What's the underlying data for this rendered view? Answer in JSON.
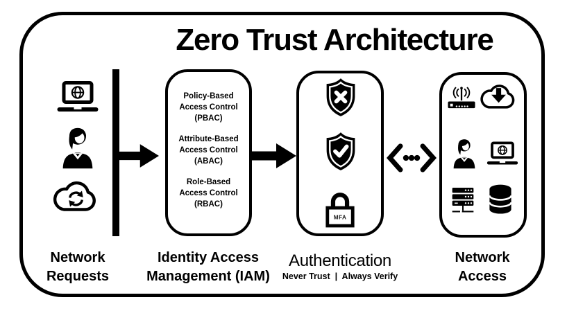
{
  "title": "Zero Trust Architecture",
  "colors": {
    "ink": "#000000",
    "background": "#ffffff"
  },
  "stages": {
    "network_requests": {
      "label": "Network\nRequests",
      "icons": [
        "laptop-globe",
        "user",
        "cloud-sync"
      ]
    },
    "iam": {
      "label": "Identity Access\nManagement (IAM)",
      "items": [
        {
          "text": "Policy-Based\nAccess Control\n(PBAC)"
        },
        {
          "text": "Attribute-Based\nAccess Control\n(ABAC)"
        },
        {
          "text": "Role-Based\nAccess Control\n(RBAC)"
        }
      ]
    },
    "authentication": {
      "label": "Authentication",
      "subtitle": "Never Trust  |  Always Verify",
      "mfa_label": "MFA",
      "icons": [
        "shield-x",
        "shield-check",
        "mfa-lock"
      ]
    },
    "network_access": {
      "label": "Network\nAccess",
      "icons": [
        "wireless-router",
        "cloud-download",
        "user",
        "laptop-globe",
        "server-rack",
        "database"
      ]
    }
  }
}
